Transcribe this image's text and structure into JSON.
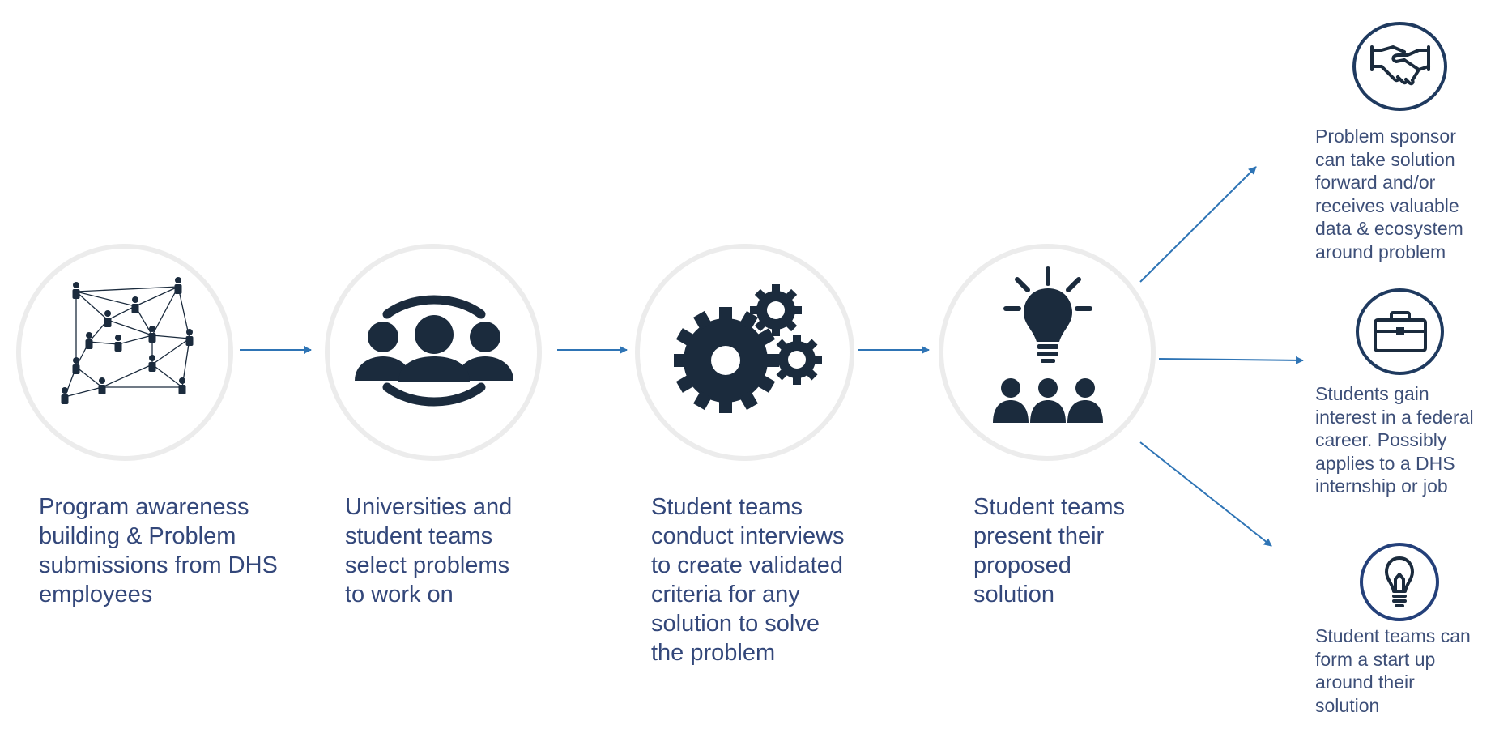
{
  "colors": {
    "icon_dark": "#1b2b3d",
    "step_text": "#33477a",
    "outcome_text": "#3d4f78",
    "arrow": "#2e74b5",
    "circle_border": "#ececec",
    "outcome_ring": "#1f3a5f"
  },
  "steps": [
    {
      "icon": "people-network-icon",
      "text": "Program awareness\nbuilding & Problem\nsubmissions from DHS\nemployees"
    },
    {
      "icon": "group-circle-icon",
      "text": "Universities and\nstudent teams\nselect problems\nto work on"
    },
    {
      "icon": "gears-icon",
      "text": "Student teams\nconduct interviews\nto create validated\ncriteria for any\nsolution to solve\nthe problem"
    },
    {
      "icon": "lightbulb-audience-icon",
      "text": "Student teams\npresent their\nproposed\nsolution"
    }
  ],
  "outcomes": [
    {
      "icon": "handshake-icon",
      "text": "Problem sponsor\ncan take solution\nforward and/or\nreceives valuable\ndata & ecosystem\naround problem"
    },
    {
      "icon": "briefcase-icon",
      "text": "Students gain\ninterest in a federal\ncareer. Possibly\napplies to a DHS\ninternship or job"
    },
    {
      "icon": "lightbulb-icon",
      "text": "Student teams can\nform a start up\naround their\nsolution"
    }
  ]
}
